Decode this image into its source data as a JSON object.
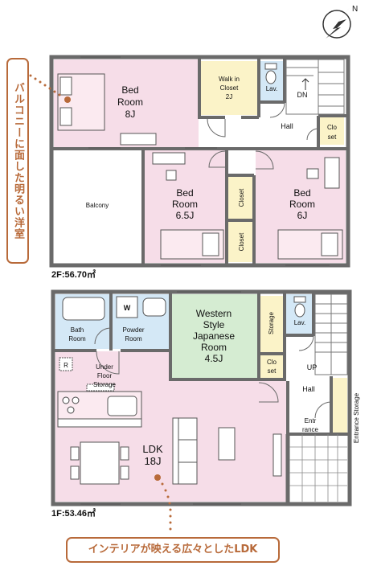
{
  "callouts": {
    "upper": "バルコニーに面した明るい洋室",
    "lower": "インテリアが映える広々としたLDK"
  },
  "floor2": {
    "area": "2F:56.70㎡",
    "bed8": {
      "name1": "Bed",
      "name2": "Room",
      "size": "8J"
    },
    "walkin": {
      "l1": "Walk in",
      "l2": "Closet",
      "l3": "2J"
    },
    "lav": "Lav.",
    "dn": "DN",
    "hall": "Hall",
    "closet_small": {
      "l1": "Clo",
      "l2": "set"
    },
    "balcony": "Balcony",
    "bed65": {
      "name1": "Bed",
      "name2": "Room",
      "size": "6.5J"
    },
    "closet_a": "Closet",
    "closet_b": "Closet",
    "bed6": {
      "name1": "Bed",
      "name2": "Room",
      "size": "6J"
    }
  },
  "floor1": {
    "area": "1F:53.46㎡",
    "bath": {
      "l1": "Bath",
      "l2": "Room"
    },
    "washer": "W",
    "powder": {
      "l1": "Powder",
      "l2": "Room"
    },
    "japanese": {
      "l1": "Western",
      "l2": "Style",
      "l3": "Japanese",
      "l4": "Room",
      "l5": "4.5J"
    },
    "storage": "Storage",
    "lav": "Lav.",
    "closet": {
      "l1": "Clo",
      "l2": "set"
    },
    "up": "UP",
    "hall": "Hall",
    "fridge": "R",
    "underfloor": {
      "l1": "Under",
      "l2": "Floor",
      "l3": "Storage"
    },
    "ldk": {
      "name": "LDK",
      "size": "18J"
    },
    "entrance": {
      "l1": "Entr",
      "l2": "rance"
    },
    "entrance_storage": "Entrance Storage"
  },
  "compass": {
    "label": "N"
  },
  "colors": {
    "pink": "#f6dde8",
    "yellow": "#fbf3c8",
    "blue": "#d4e8f6",
    "green": "#d5ecd2",
    "wall": "#6a6a6a",
    "accent": "#b86a3a"
  }
}
